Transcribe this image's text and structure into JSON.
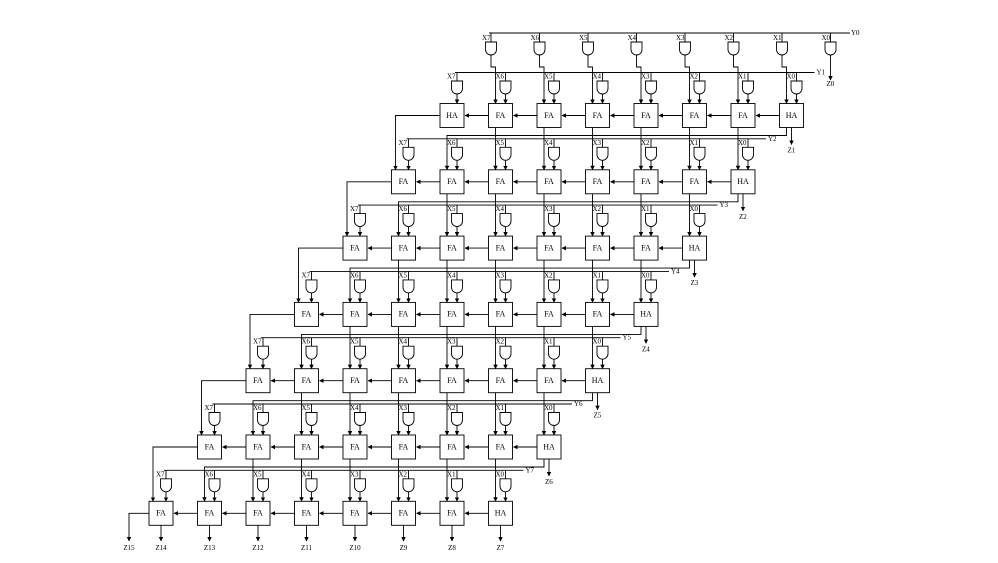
{
  "diagram": {
    "row0": {
      "y_label": "Y0",
      "x_labels": [
        "X7",
        "X6",
        "X5",
        "X4",
        "X3",
        "X2",
        "X1",
        "X0"
      ],
      "output": "Z0"
    },
    "rows": [
      {
        "y_label": "Y1",
        "x_labels": [
          "X7",
          "X6",
          "X5",
          "X4",
          "X3",
          "X2",
          "X1",
          "X0"
        ],
        "cells": [
          "HA",
          "FA",
          "FA",
          "FA",
          "FA",
          "FA",
          "FA",
          "HA"
        ],
        "output": "Z1"
      },
      {
        "y_label": "Y2",
        "x_labels": [
          "X7",
          "X6",
          "X5",
          "X4",
          "X3",
          "X2",
          "X1",
          "X0"
        ],
        "cells": [
          "FA",
          "FA",
          "FA",
          "FA",
          "FA",
          "FA",
          "FA",
          "HA"
        ],
        "output": "Z2"
      },
      {
        "y_label": "Y3",
        "x_labels": [
          "X7",
          "X6",
          "X5",
          "X4",
          "X3",
          "X2",
          "X1",
          "X0"
        ],
        "cells": [
          "FA",
          "FA",
          "FA",
          "FA",
          "FA",
          "FA",
          "FA",
          "HA"
        ],
        "output": "Z3"
      },
      {
        "y_label": "Y4",
        "x_labels": [
          "X7",
          "X6",
          "X5",
          "X4",
          "X3",
          "X2",
          "X1",
          "X0"
        ],
        "cells": [
          "FA",
          "FA",
          "FA",
          "FA",
          "FA",
          "FA",
          "FA",
          "HA"
        ],
        "output": "Z4"
      },
      {
        "y_label": "Y5",
        "x_labels": [
          "X7",
          "X6",
          "X5",
          "X4",
          "X3",
          "X2",
          "X1",
          "X0"
        ],
        "cells": [
          "FA",
          "FA",
          "FA",
          "FA",
          "FA",
          "FA",
          "FA",
          "HA"
        ],
        "output": "Z5"
      },
      {
        "y_label": "Y6",
        "x_labels": [
          "X7",
          "X6",
          "X5",
          "X4",
          "X3",
          "X2",
          "X1",
          "X0"
        ],
        "cells": [
          "FA",
          "FA",
          "FA",
          "FA",
          "FA",
          "FA",
          "FA",
          "HA"
        ],
        "output": "Z6"
      },
      {
        "y_label": "Y7",
        "x_labels": [
          "X7",
          "X6",
          "X5",
          "X4",
          "X3",
          "X2",
          "X1",
          "X0"
        ],
        "cells": [
          "FA",
          "FA",
          "FA",
          "FA",
          "FA",
          "FA",
          "FA",
          "HA"
        ],
        "output": null
      }
    ],
    "final_outputs": [
      "Z15",
      "Z14",
      "Z13",
      "Z12",
      "Z11",
      "Z10",
      "Z9",
      "Z8",
      "Z7"
    ]
  }
}
